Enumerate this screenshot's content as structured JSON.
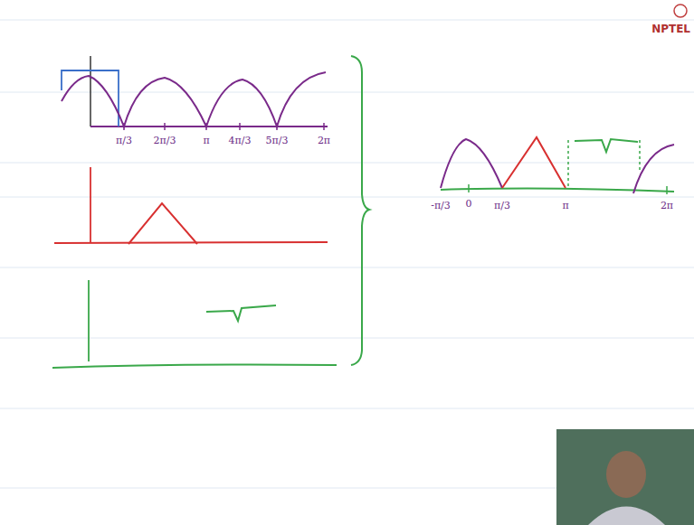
{
  "diagram": {
    "labels": [
      "NPTEL",
      "π/3",
      "2π/3",
      "π",
      "4π/3",
      "5π/3",
      "2π",
      "-π/3",
      "0",
      "π/3",
      "π",
      "2π"
    ]
  }
}
